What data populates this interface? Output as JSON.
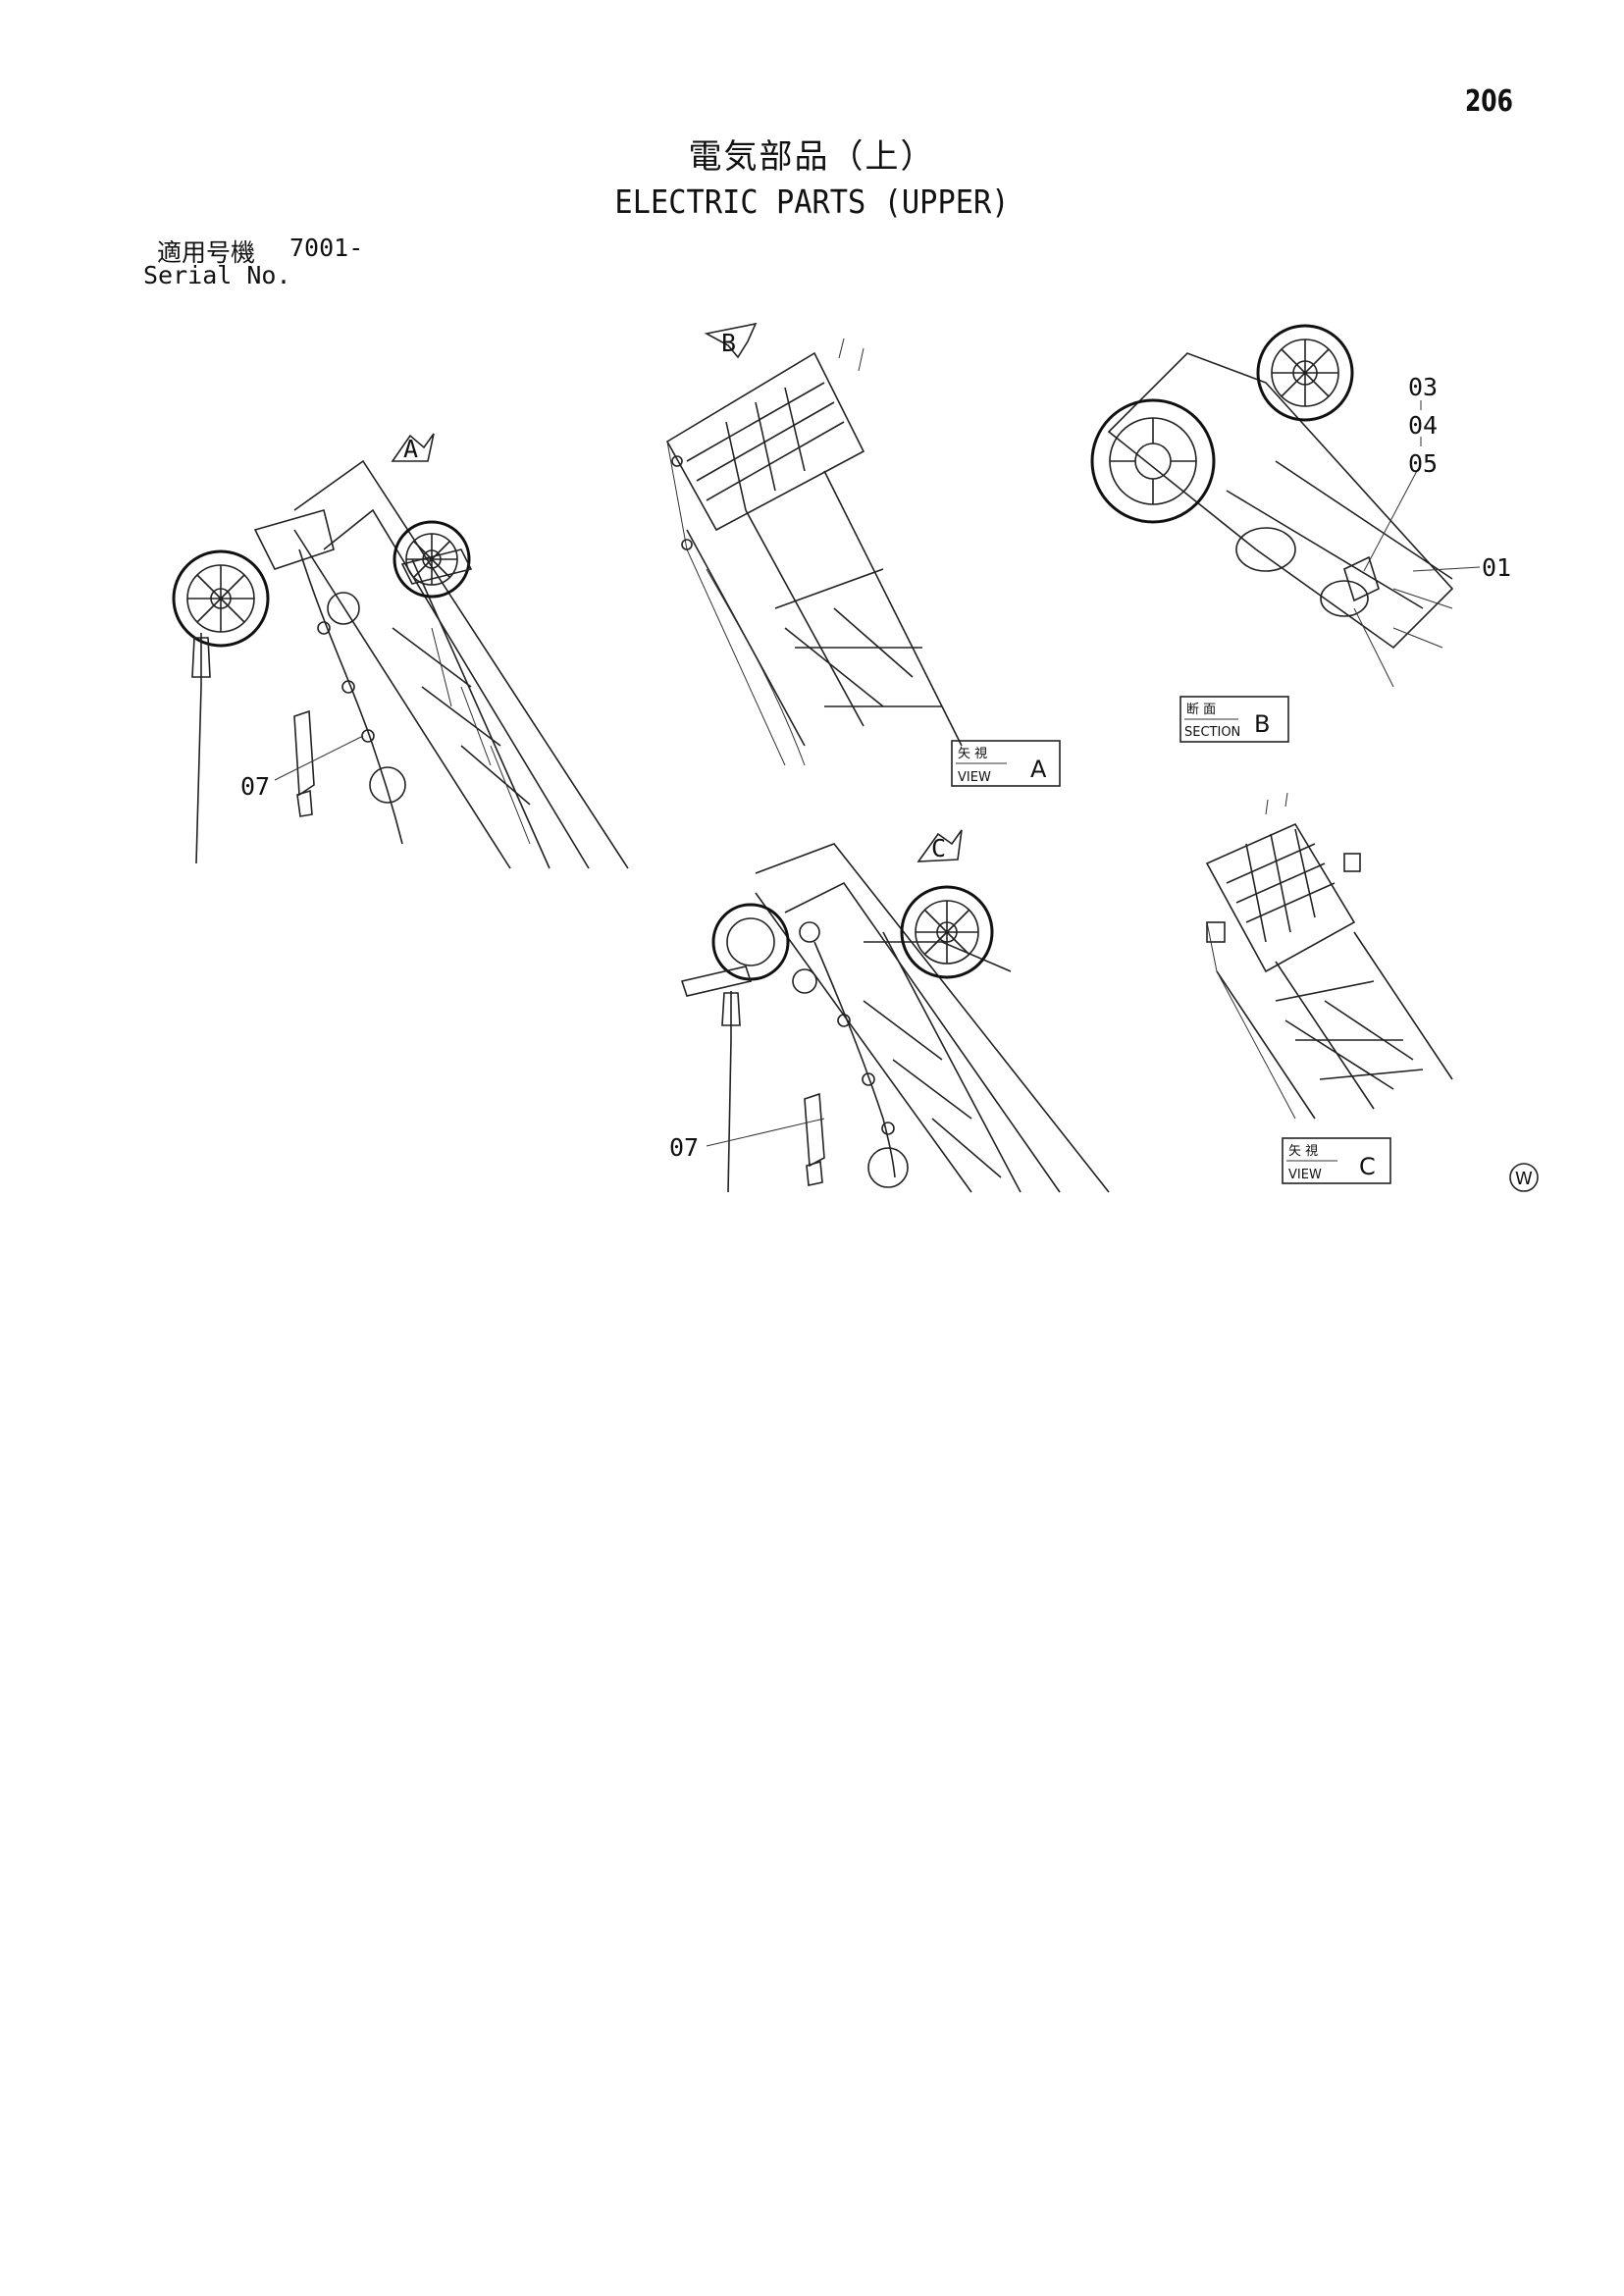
{
  "page": {
    "number": "206",
    "title_jp": "電気部品（上）",
    "title_en": "ELECTRIC PARTS (UPPER)",
    "serial_label_jp": "適用号機",
    "serial_value": "7001-",
    "serial_label_en": "Serial No.",
    "watermark": "W"
  },
  "arrows": {
    "a": "A",
    "b": "B",
    "c": "C"
  },
  "views": {
    "view_a": {
      "jp": "矢 視",
      "en": "VIEW",
      "letter": "A"
    },
    "section_b": {
      "jp": "断 面",
      "en": "SECTION",
      "letter": "B"
    },
    "view_c": {
      "jp": "矢 視",
      "en": "VIEW",
      "letter": "C"
    }
  },
  "part_callouts": {
    "p03": "03",
    "p04": "04",
    "p05": "05",
    "p01": "01",
    "p07_left": "07",
    "p07_lower": "07"
  }
}
